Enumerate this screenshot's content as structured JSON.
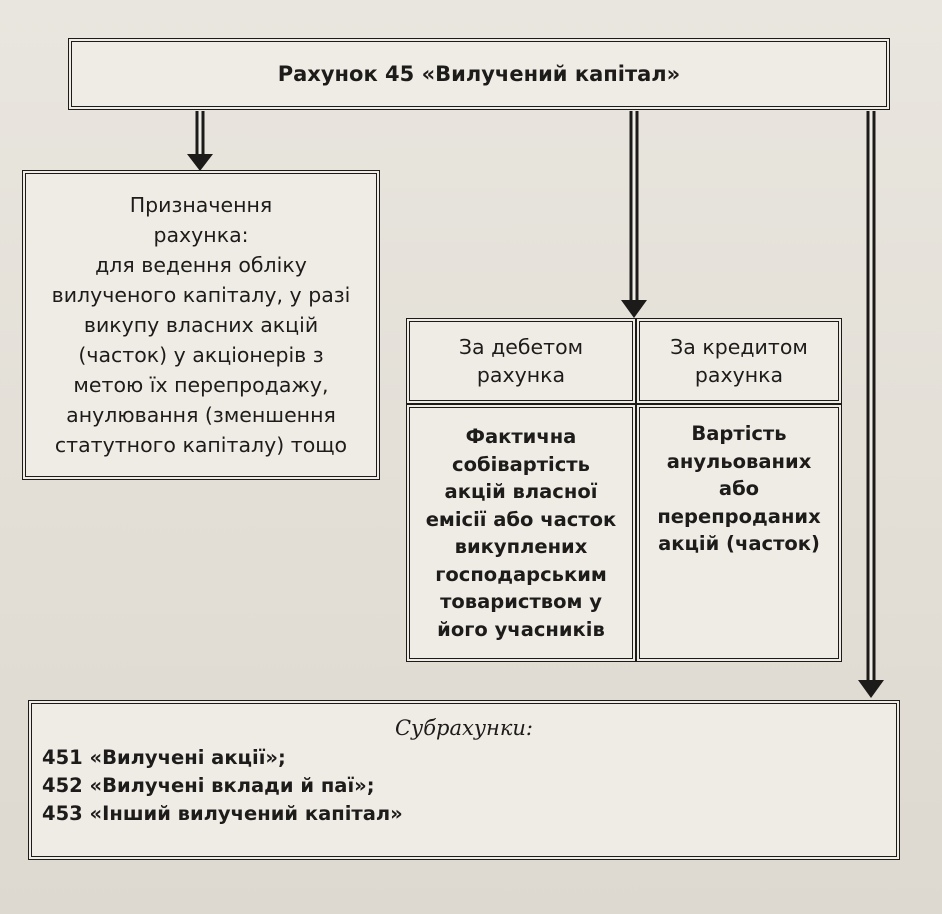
{
  "title": "Рахунок 45 «Вилучений капітал»",
  "purpose": {
    "lines": [
      "Призначення",
      "рахунка:",
      "для ведення обліку",
      "вилученого капіталу, у разі",
      "викупу власних акцій",
      "(часток) у акціонерів з",
      "метою їх перепродажу,",
      "анулювання (зменшення",
      "статутного капіталу) тощо"
    ]
  },
  "debit": {
    "header": [
      "За дебетом",
      "рахунка"
    ],
    "content": [
      "Фактична",
      "собівартість",
      "акцій власної",
      "емісії або часток",
      "викуплених",
      "господарським",
      "товариством у",
      "його учасників"
    ]
  },
  "credit": {
    "header": [
      "За кредитом",
      "рахунка"
    ],
    "content": [
      "Вартість",
      "анульованих",
      "або",
      "перепроданих",
      "акцій (часток)"
    ]
  },
  "subaccounts": {
    "title": "Субрахунки:",
    "items": [
      "451 «Вилучені акції»;",
      "452 «Вилучені вклади й паї»;",
      "453 «Інший вилучений капітал»"
    ]
  }
}
